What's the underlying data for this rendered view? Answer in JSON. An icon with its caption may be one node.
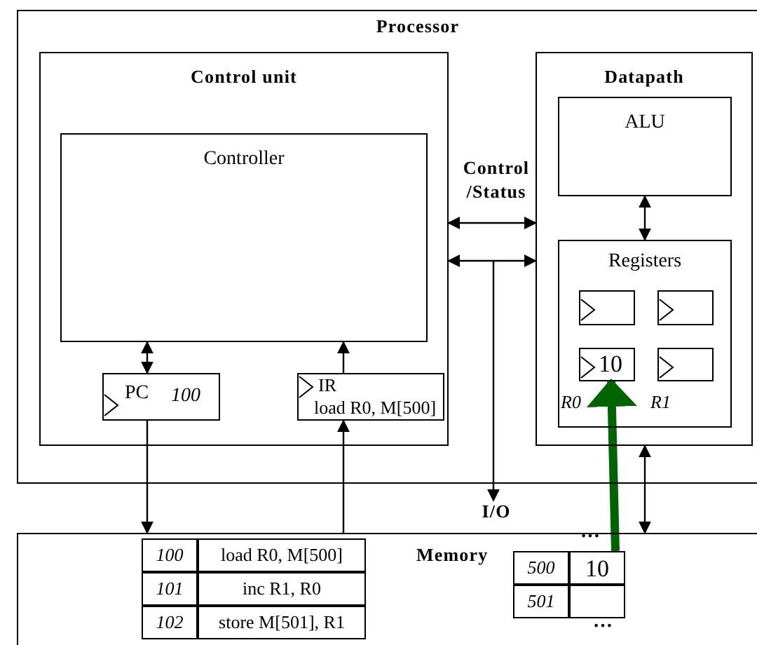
{
  "diagram": {
    "nodes": [
      {
        "text": [
          "Processor"
        ]
      },
      {
        "text": [
          "Control unit"
        ],
        "in": 0
      },
      {
        "text": [
          "Controller"
        ],
        "in": 1
      },
      {
        "text": [
          "PC",
          "100"
        ],
        "in": 1
      },
      {
        "text": [
          "IR",
          "load R0, M[500]"
        ],
        "in": 1
      },
      {
        "text": [
          "Datapath"
        ],
        "in": 0
      },
      {
        "text": [
          "ALU"
        ],
        "in": 5
      },
      {
        "text": [
          "Registers"
        ],
        "in": 5
      },
      {
        "text": [],
        "shape": "box",
        "in": 7
      },
      {
        "text": [],
        "shape": "box",
        "in": 7
      },
      {
        "text": [
          "10"
        ],
        "in": 7,
        "beside": [
          "R0"
        ]
      },
      {
        "text": [],
        "shape": "box",
        "in": 7,
        "beside": [
          "R1"
        ]
      },
      {
        "text": [
          "I/O"
        ]
      },
      {
        "text": [
          "Memory"
        ]
      },
      {
        "text": [
          "10"
        ],
        "in": 13
      }
    ],
    "edges": [
      {
        "from": 1,
        "to": 5,
        "arrow": "both"
      },
      {
        "from": 1,
        "to": 5,
        "arrow": "both"
      },
      {
        "from": null,
        "to": 12,
        "arrow": "to"
      },
      {
        "from": 6,
        "to": 7,
        "arrow": "both"
      },
      {
        "from": 2,
        "to": 3,
        "arrow": "both"
      },
      {
        "from": 4,
        "to": 2,
        "arrow": "to"
      },
      {
        "from": 3,
        "to": 13,
        "arrow": "to"
      },
      {
        "from": 13,
        "to": 4,
        "arrow": "to"
      },
      {
        "from": 5,
        "to": 13,
        "arrow": "both"
      },
      {
        "from": 14,
        "to": 10,
        "arrow": "to",
        "style": "thick",
        "color": "#006400"
      }
    ],
    "labels": [
      "Control /Status",
      "100",
      "load R0, M[500]",
      "101",
      "inc R1, R0",
      "102",
      "store M[501], R1",
      "…",
      "500",
      "501",
      "…"
    ]
  }
}
